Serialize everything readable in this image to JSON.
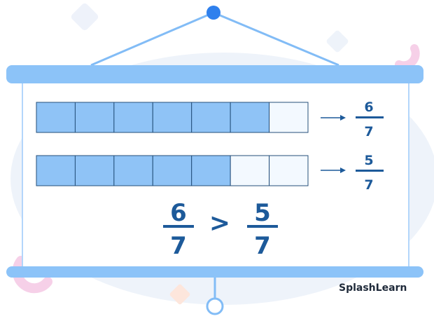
{
  "colors": {
    "bar": "#8cc3f8",
    "cell_filled": "#8fc3f6",
    "cell_empty": "#f3f9ff",
    "cell_stroke": "#244f7a",
    "fraction": "#1d5a9a",
    "arrow": "#1d5a9a",
    "hanger": "#82bcf6",
    "backdrop": "#eef3fa",
    "accent_pink": "#f6d0e8",
    "accent_peach": "#fde6dc"
  },
  "fractions": [
    {
      "numerator": "6",
      "denominator": "7",
      "shaded": 6,
      "parts": 7
    },
    {
      "numerator": "5",
      "denominator": "7",
      "shaded": 5,
      "parts": 7
    }
  ],
  "comparison": {
    "left": {
      "numerator": "6",
      "denominator": "7"
    },
    "operator": ">",
    "right": {
      "numerator": "5",
      "denominator": "7"
    }
  },
  "brand": "SplashLearn"
}
